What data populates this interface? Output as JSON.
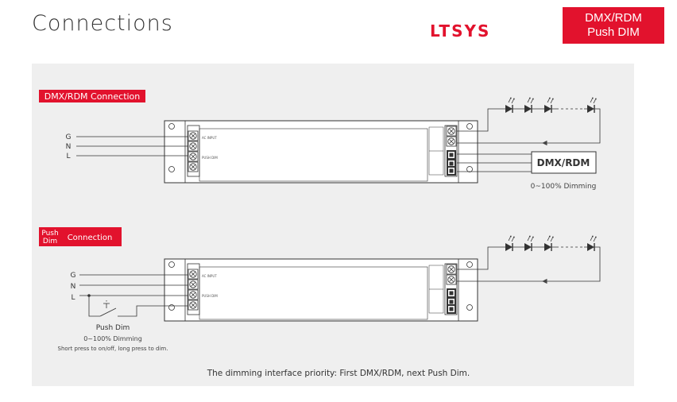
{
  "header": {
    "title": "Connections",
    "logo_text": "LTSYS",
    "badge_line1": "DMX/RDM",
    "badge_line2": "Push DIM"
  },
  "colors": {
    "brand_red": "#e2122d",
    "panel_bg": "#efefef",
    "line": "#333333"
  },
  "dmx_section": {
    "label": "DMX/RDM Connection",
    "terminals": [
      "G",
      "N",
      "L"
    ],
    "box_label": "DMX/RDM",
    "dimming_text": "0~100% Dimming"
  },
  "push_section": {
    "label_small_top": "Push",
    "label_small_bottom": "Dim",
    "label_main": "Connection",
    "terminals": [
      "G",
      "N",
      "L"
    ],
    "push_title": "Push Dim",
    "dimming_text": "0~100% Dimming",
    "note": "Short press to on/off, long press to dim."
  },
  "footer": {
    "priority_text": "The dimming interface priority: First DMX/RDM, next Push Dim."
  }
}
